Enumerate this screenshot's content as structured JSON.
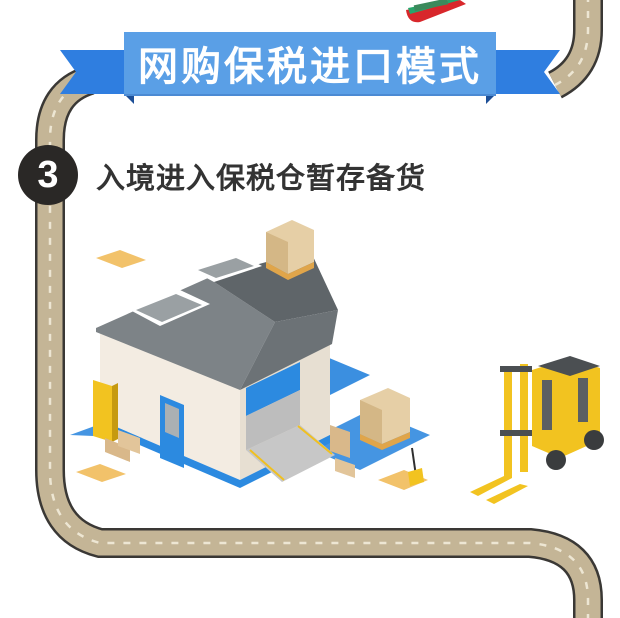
{
  "banner": {
    "title": "网购保税进口模式",
    "color": "#5a9fe6",
    "ribbon_color": "#2f7ee0"
  },
  "step": {
    "number": "3",
    "title": "入境进入保税仓暂存备货"
  },
  "road": {
    "fill": "#c4b596",
    "edge": "#3a3835",
    "dash": "#ede6d3"
  },
  "illustration": {
    "items": [
      "warehouse",
      "forklift",
      "pallet-jack",
      "pallets",
      "cardboard-boxes",
      "cargo-ship"
    ]
  }
}
